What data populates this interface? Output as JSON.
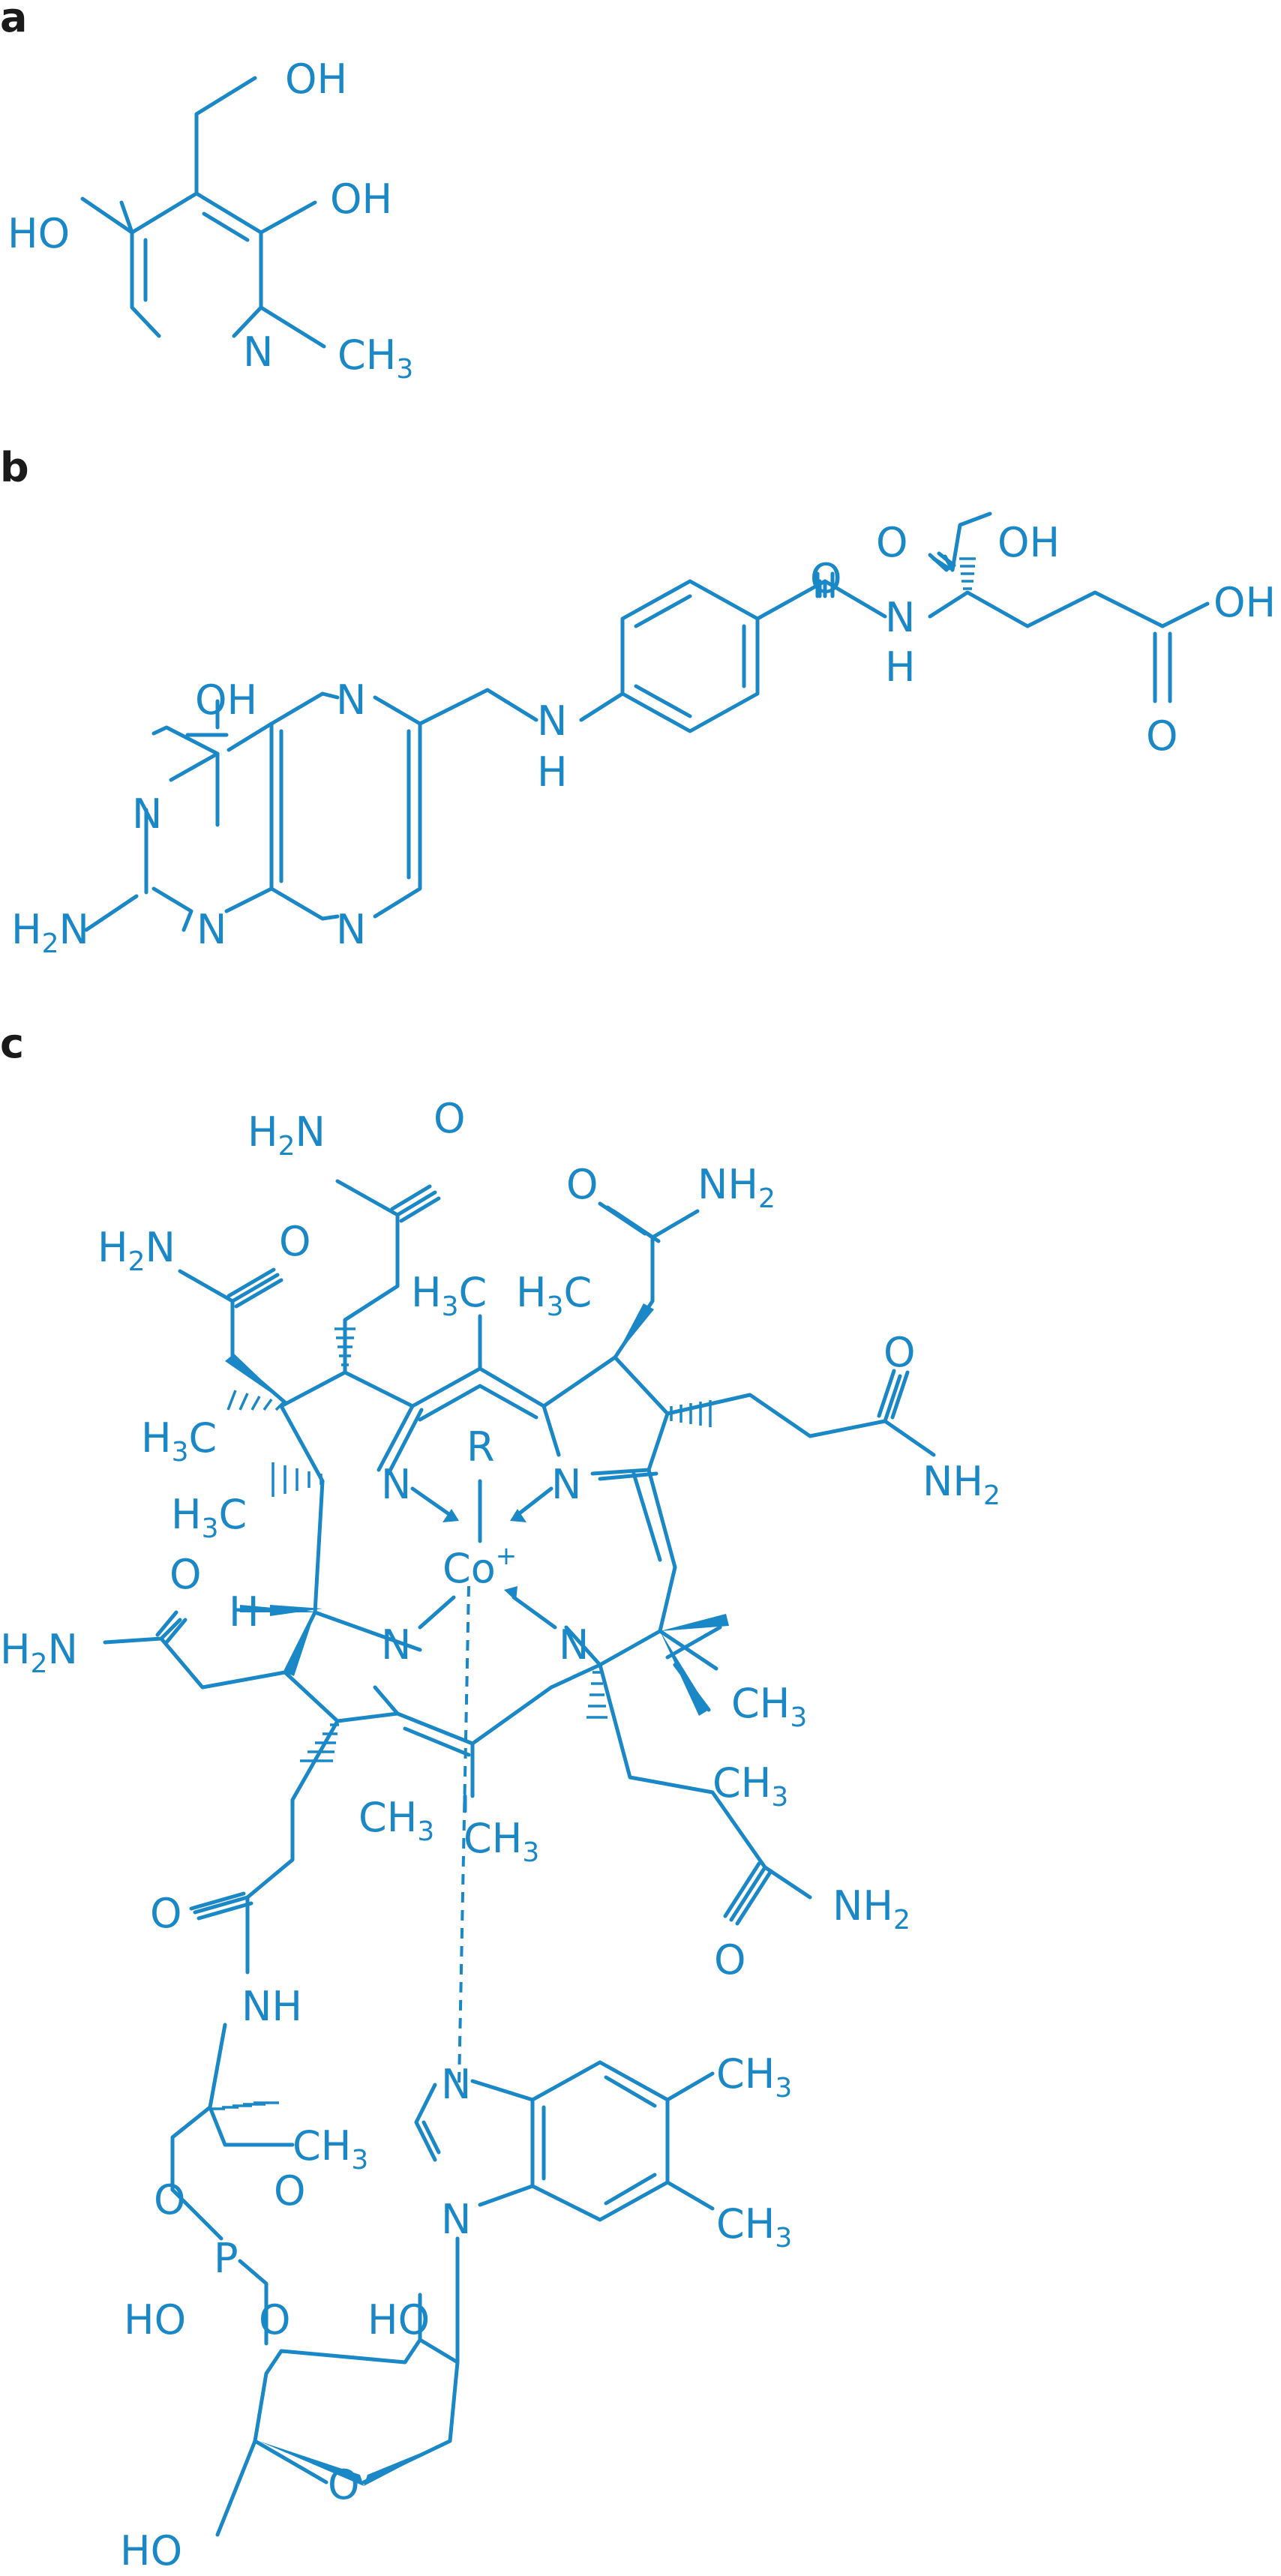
{
  "panels": [
    {
      "label": "a"
    },
    {
      "label": "b"
    },
    {
      "label": "c"
    }
  ],
  "atoms": {
    "OH": "OH",
    "HO": "HO",
    "N": "N",
    "H": "H",
    "O": "O",
    "NH": "NH",
    "NH2_N": "NH",
    "NH2_2": "2",
    "H2N_H": "H",
    "H2N_2": "2",
    "H2N_N": "N",
    "CH3_C": "CH",
    "CH3_3": "3",
    "H3C_H": "H",
    "H3C_3": "3",
    "H3C_C": "C",
    "R": "R",
    "Co": "Co",
    "plus": "+",
    "P": "P"
  },
  "colors": {
    "structure": "#1a87c7",
    "panel_label": "#1a1a1a",
    "background": "#ffffff"
  }
}
